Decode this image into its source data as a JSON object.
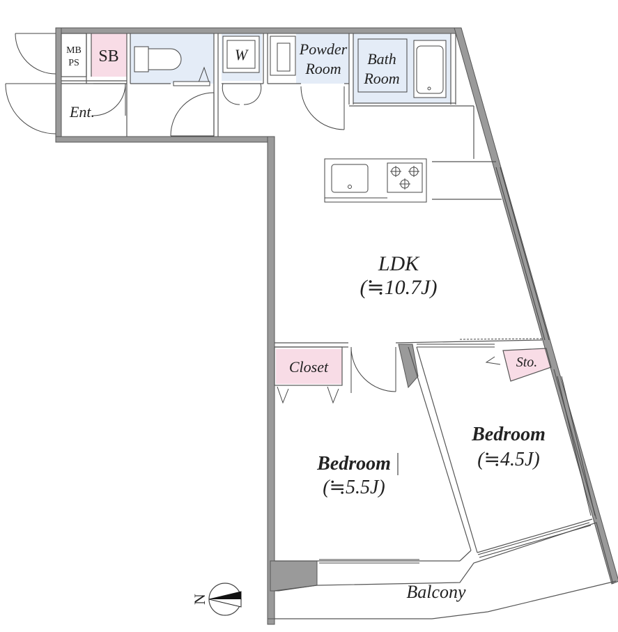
{
  "labels": {
    "mbps_line1": "MB",
    "mbps_line2": "PS",
    "sb": "SB",
    "washer": "W",
    "powder_line1": "Powder",
    "powder_line2": "Room",
    "bath_line1": "Bath",
    "bath_line2": "Room",
    "entrance": "Ent.",
    "ldk_name": "LDK",
    "ldk_size": "(≒10.7J)",
    "closet": "Closet",
    "storage": "Sto.",
    "bedroom1_name": "Bedroom",
    "bedroom1_size": "(≒5.5J)",
    "bedroom2_name": "Bedroom",
    "bedroom2_size": "(≒4.5J)",
    "balcony": "Balcony",
    "north": "N"
  },
  "colors": {
    "wall": "#9a9a9a",
    "wall_outline": "#555555",
    "wet_area": "#e4ecf7",
    "accent_pink": "#f8dce6",
    "line": "#444444"
  }
}
